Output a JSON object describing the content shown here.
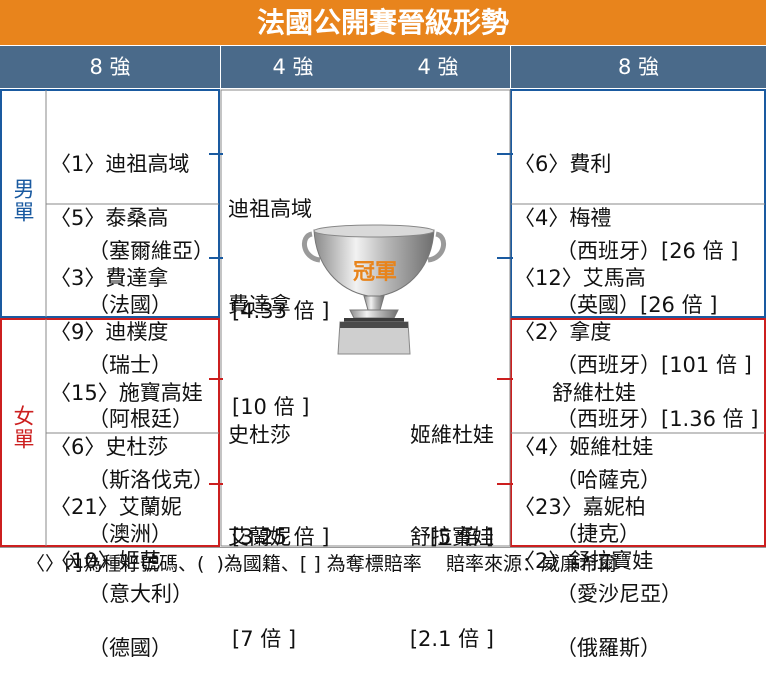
{
  "title": "法國公開賽晉級形勢",
  "headers": {
    "left": "8 強",
    "mid_left": "4 強",
    "mid_right": "4 強",
    "right": "8 強"
  },
  "sections": {
    "men": "男單",
    "women": "女單"
  },
  "men": {
    "left": [
      {
        "line1": "〈1〉迪祖高域",
        "line2": "（塞爾維亞）"
      },
      {
        "line1": "〈5〉泰桑高",
        "line2": "（法國）"
      },
      {
        "line1": "〈3〉費達拿",
        "line2": "（瑞士）"
      },
      {
        "line1": "〈9〉迪樸度",
        "line2": "（阿根廷）"
      }
    ],
    "right": [
      {
        "line1": "〈6〉費利",
        "line2": "（西班牙）[26 倍 ]"
      },
      {
        "line1": "〈4〉梅禮",
        "line2": "（英國）[26 倍 ]"
      },
      {
        "line1": "〈12〉艾馬高",
        "line2": "（西班牙）[101 倍 ]"
      },
      {
        "line1": "〈2〉拿度",
        "line2": "（西班牙）[1.36 倍 ]"
      }
    ],
    "semis_left": [
      {
        "name": "迪祖高域",
        "odds": "[4.33 倍 ]"
      },
      {
        "name": "費達拿",
        "odds": "[10 倍 ]"
      }
    ]
  },
  "women": {
    "left": [
      {
        "line1": "〈15〉施寶高娃",
        "line2": "（斯洛伐克）"
      },
      {
        "line1": "〈6〉史杜莎",
        "line2": "（澳洲）"
      },
      {
        "line1": "〈21〉艾蘭妮",
        "line2": "（意大利）"
      },
      {
        "line1": "〈10〉姬芭",
        "line2": "（德國）"
      }
    ],
    "right": [
      {
        "line1": "舒維杜娃",
        "line2": "（哈薩克）"
      },
      {
        "line1": "〈4〉姬維杜娃",
        "line2": "（捷克）"
      },
      {
        "line1": "〈23〉嘉妮柏",
        "line2": "（愛沙尼亞）"
      },
      {
        "line1": "〈2〉舒拉寶娃",
        "line2": "（俄羅斯）"
      }
    ],
    "semis_left": [
      {
        "name": "史杜莎",
        "odds": "[3.25 倍 ]"
      },
      {
        "name": "艾蘭妮",
        "odds": "[7 倍 ]"
      }
    ],
    "semis_right": [
      {
        "name": "姬維杜娃",
        "odds": "[5 倍 ]"
      },
      {
        "name": "舒拉寶娃",
        "odds": "[2.1 倍 ]"
      }
    ]
  },
  "trophy_label": "冠軍",
  "footer": "〈〉內為種籽號碼、(  )為國籍、[ ] 為奪標賠率    賠率來源：威廉希爾",
  "colors": {
    "title_bg": "#e8841c",
    "header_bg": "#4a6a8a",
    "men": "#1a5aa0",
    "women": "#cc1f1f"
  }
}
